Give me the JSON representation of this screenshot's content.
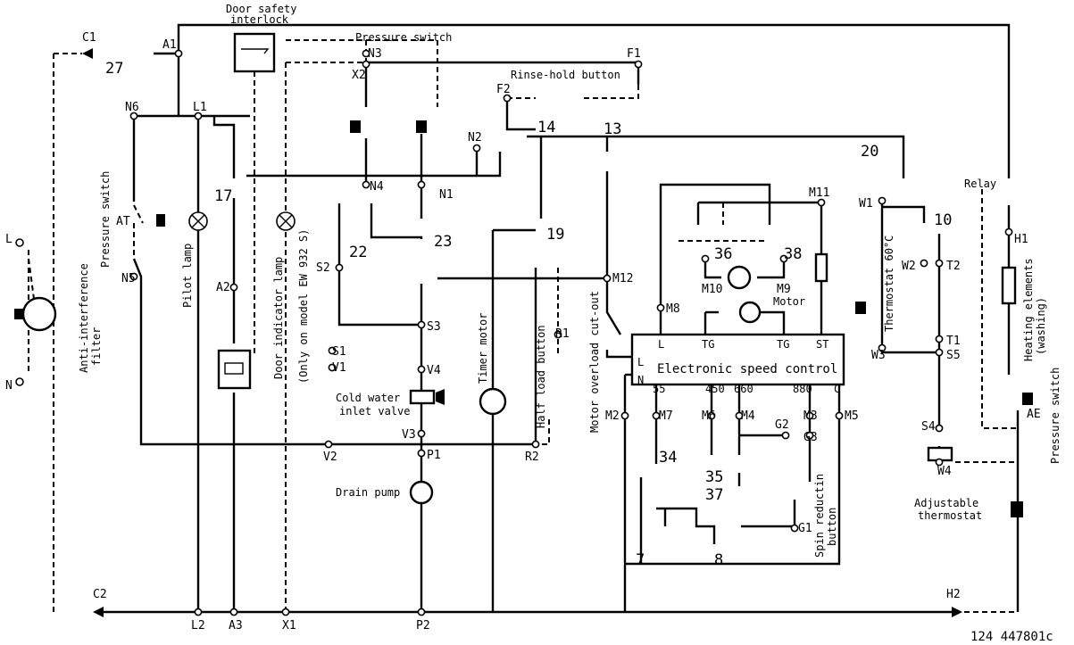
{
  "drawing_number": "124 447801c",
  "components": {
    "door_interlock": "Door safety\ninterlock",
    "pressure_switch_top": "Pressure switch",
    "pressure_switch_left": "Pressure switch",
    "pressure_switch_right": "Pressure switch",
    "rinse_hold": "Rinse-hold button",
    "pilot_lamp": "Pilot lamp",
    "door_indicator": "Door indicator lamp",
    "door_indicator_note": "(Only on model EW 932 S)",
    "anti_interference": "Anti-interference\nfilter",
    "cold_water": "Cold water\ninlet valve",
    "timer_motor": "Timer motor",
    "half_load": "Half load button",
    "motor_overload": "Motor overload cut-out",
    "drain_pump": "Drain pump",
    "speed_control": "Electronic speed control",
    "motor": "Motor",
    "thermostat": "Thermostat 60°C",
    "relay": "Relay",
    "heating": "Heating elements\n(washing)",
    "adjustable_thermostat": "Adjustable\nthermostat",
    "spin_reduction": "Spin reductin\nbutton"
  },
  "speed_control_terminals": {
    "top": [
      "L",
      "TG",
      "TG",
      "ST"
    ],
    "left": [
      "L",
      "N"
    ],
    "bottom": [
      "55",
      "450",
      "660",
      "880",
      "C"
    ]
  },
  "contact_numbers": [
    "27",
    "17",
    "22",
    "23",
    "19",
    "14",
    "13",
    "36",
    "38",
    "20",
    "10",
    "34",
    "35",
    "37",
    "7",
    "8"
  ],
  "node_labels": [
    "C1",
    "A1",
    "N3",
    "X2",
    "F1",
    "F2",
    "N6",
    "L1",
    "N2",
    "N4",
    "N1",
    "M11",
    "W1",
    "W2",
    "T2",
    "N5",
    "A2",
    "S2",
    "S3",
    "M12",
    "M8",
    "M10",
    "M9",
    "R1",
    "S1",
    "V1",
    "V4",
    "V3",
    "V2",
    "P1",
    "R2",
    "M2",
    "M7",
    "M6",
    "M4",
    "M3",
    "M5",
    "G2",
    "G3",
    "G1",
    "W3",
    "T1",
    "S5",
    "S4",
    "W4",
    "H1",
    "C2",
    "L2",
    "A3",
    "X1",
    "P2",
    "H2",
    "AT",
    "AE",
    "L",
    "N"
  ]
}
